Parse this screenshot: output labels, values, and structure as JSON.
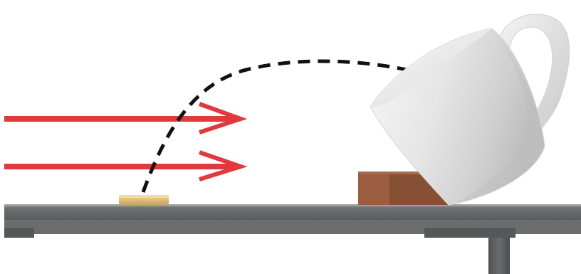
{
  "scene": {
    "objects": [
      {
        "name": "coin",
        "icon": "coin-disc-icon",
        "color": "#d9b36b"
      },
      {
        "name": "wooden-block",
        "icon": "block-icon",
        "color": "#8a5236"
      },
      {
        "name": "cup",
        "icon": "tilted-mug-icon",
        "color": "#eeeeee"
      },
      {
        "name": "table",
        "icon": "table-icon",
        "color": "#5f6162"
      }
    ],
    "annotations": {
      "force_arrows": {
        "count": 2,
        "color": "#e0393e",
        "direction": "right"
      },
      "trajectory": {
        "style": "dashed",
        "color": "#111111"
      }
    }
  }
}
